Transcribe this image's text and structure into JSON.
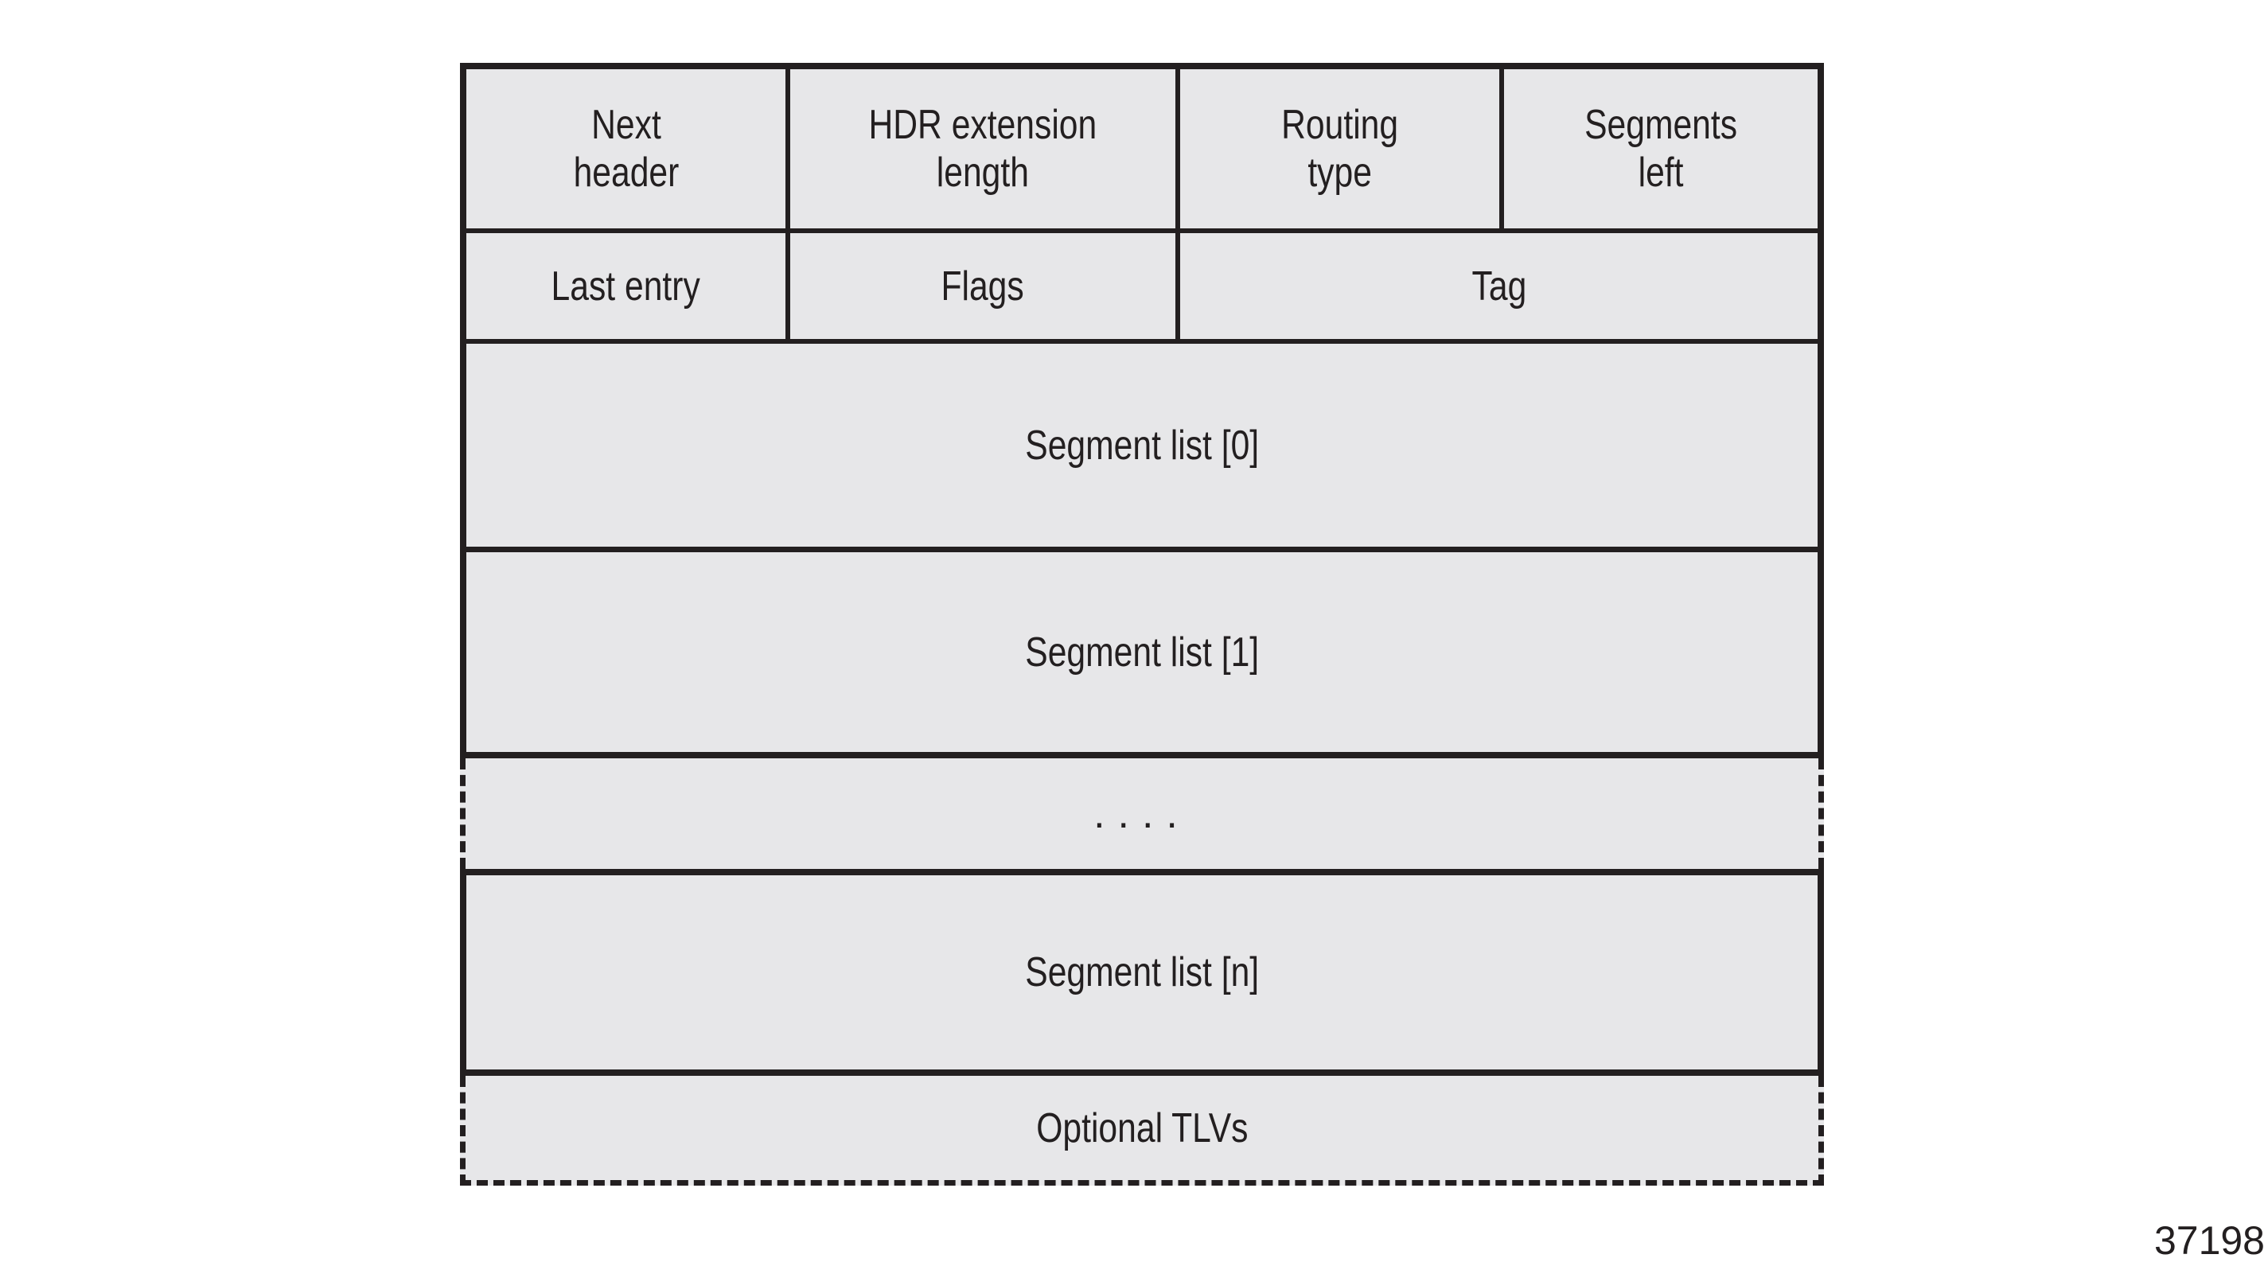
{
  "colors": {
    "background": "#ffffff",
    "cell_fill": "#e7e7e9",
    "line": "#231f20",
    "text": "#231f20"
  },
  "table": {
    "header_row": {
      "cells": [
        {
          "line1": "Next",
          "line2": "header"
        },
        {
          "line1": "HDR extension",
          "line2": "length"
        },
        {
          "line1": "Routing",
          "line2": "type"
        },
        {
          "line1": "Segments",
          "line2": "left"
        }
      ]
    },
    "second_row": {
      "cells": [
        {
          "label": "Last entry"
        },
        {
          "label": "Flags"
        },
        {
          "label": "Tag"
        }
      ]
    },
    "segment_rows": {
      "segment0": "Segment list [0]",
      "segment1": "Segment list [1]",
      "ellipsis": "....",
      "segmentN": "Segment list [n]",
      "optional_tlv": "Optional TLVs"
    }
  },
  "figure_number": "37198"
}
